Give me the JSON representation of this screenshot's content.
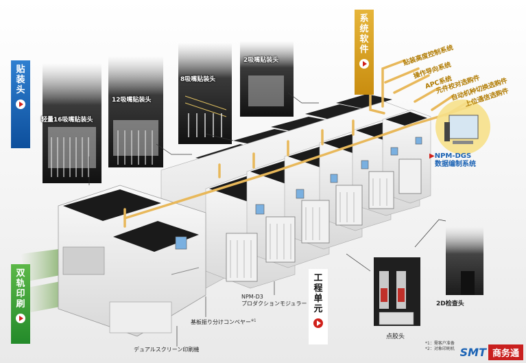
{
  "tabs": {
    "placement_head": {
      "chars": [
        "贴",
        "装",
        "头"
      ]
    },
    "system_software": {
      "chars": [
        "系",
        "统",
        "软",
        "件"
      ]
    },
    "dual_lane_printing": {
      "chars": [
        "双",
        "轨",
        "印",
        "刷"
      ]
    },
    "process_unit": {
      "chars": [
        "工",
        "程",
        "单",
        "元"
      ]
    }
  },
  "heads": [
    {
      "label": "轻量16吸嘴贴装头"
    },
    {
      "label": "12吸嘴贴装头"
    },
    {
      "label": "8吸嘴贴装头"
    },
    {
      "label": "2吸嘴贴装头"
    }
  ],
  "software_features": [
    {
      "label": "贴装高度控制系统"
    },
    {
      "label": "操作导向系统"
    },
    {
      "label": "APC系统"
    },
    {
      "label": "元件校对选购件"
    },
    {
      "label": "自动机种切换选购件"
    },
    {
      "label": "上位通信选购件"
    }
  ],
  "npm_dgs": {
    "title": "NPM-DGS",
    "subtitle": "数据编制系统"
  },
  "machine_labels": {
    "npm_d3_line1": "NPM-D3",
    "npm_d3_line2": "プロダクションモジュラー",
    "conveyor": "基板振り分けコンベヤー",
    "conveyor_note": "※1",
    "printer": "デュアルスクリーン印刷機",
    "dispense": "点胶头",
    "inspection": "2D检查头"
  },
  "footnotes": [
    "*1：需客户准备",
    "*2：对象印刷机"
  ],
  "watermark": {
    "left": "SMT",
    "right": "商务通"
  },
  "colors": {
    "blue_tab": "#1a62b4",
    "gold_tab": "#d9a21f",
    "green_tab": "#3da53a",
    "accent_line": "#e8b85a",
    "red_arrow": "#d0201a"
  }
}
